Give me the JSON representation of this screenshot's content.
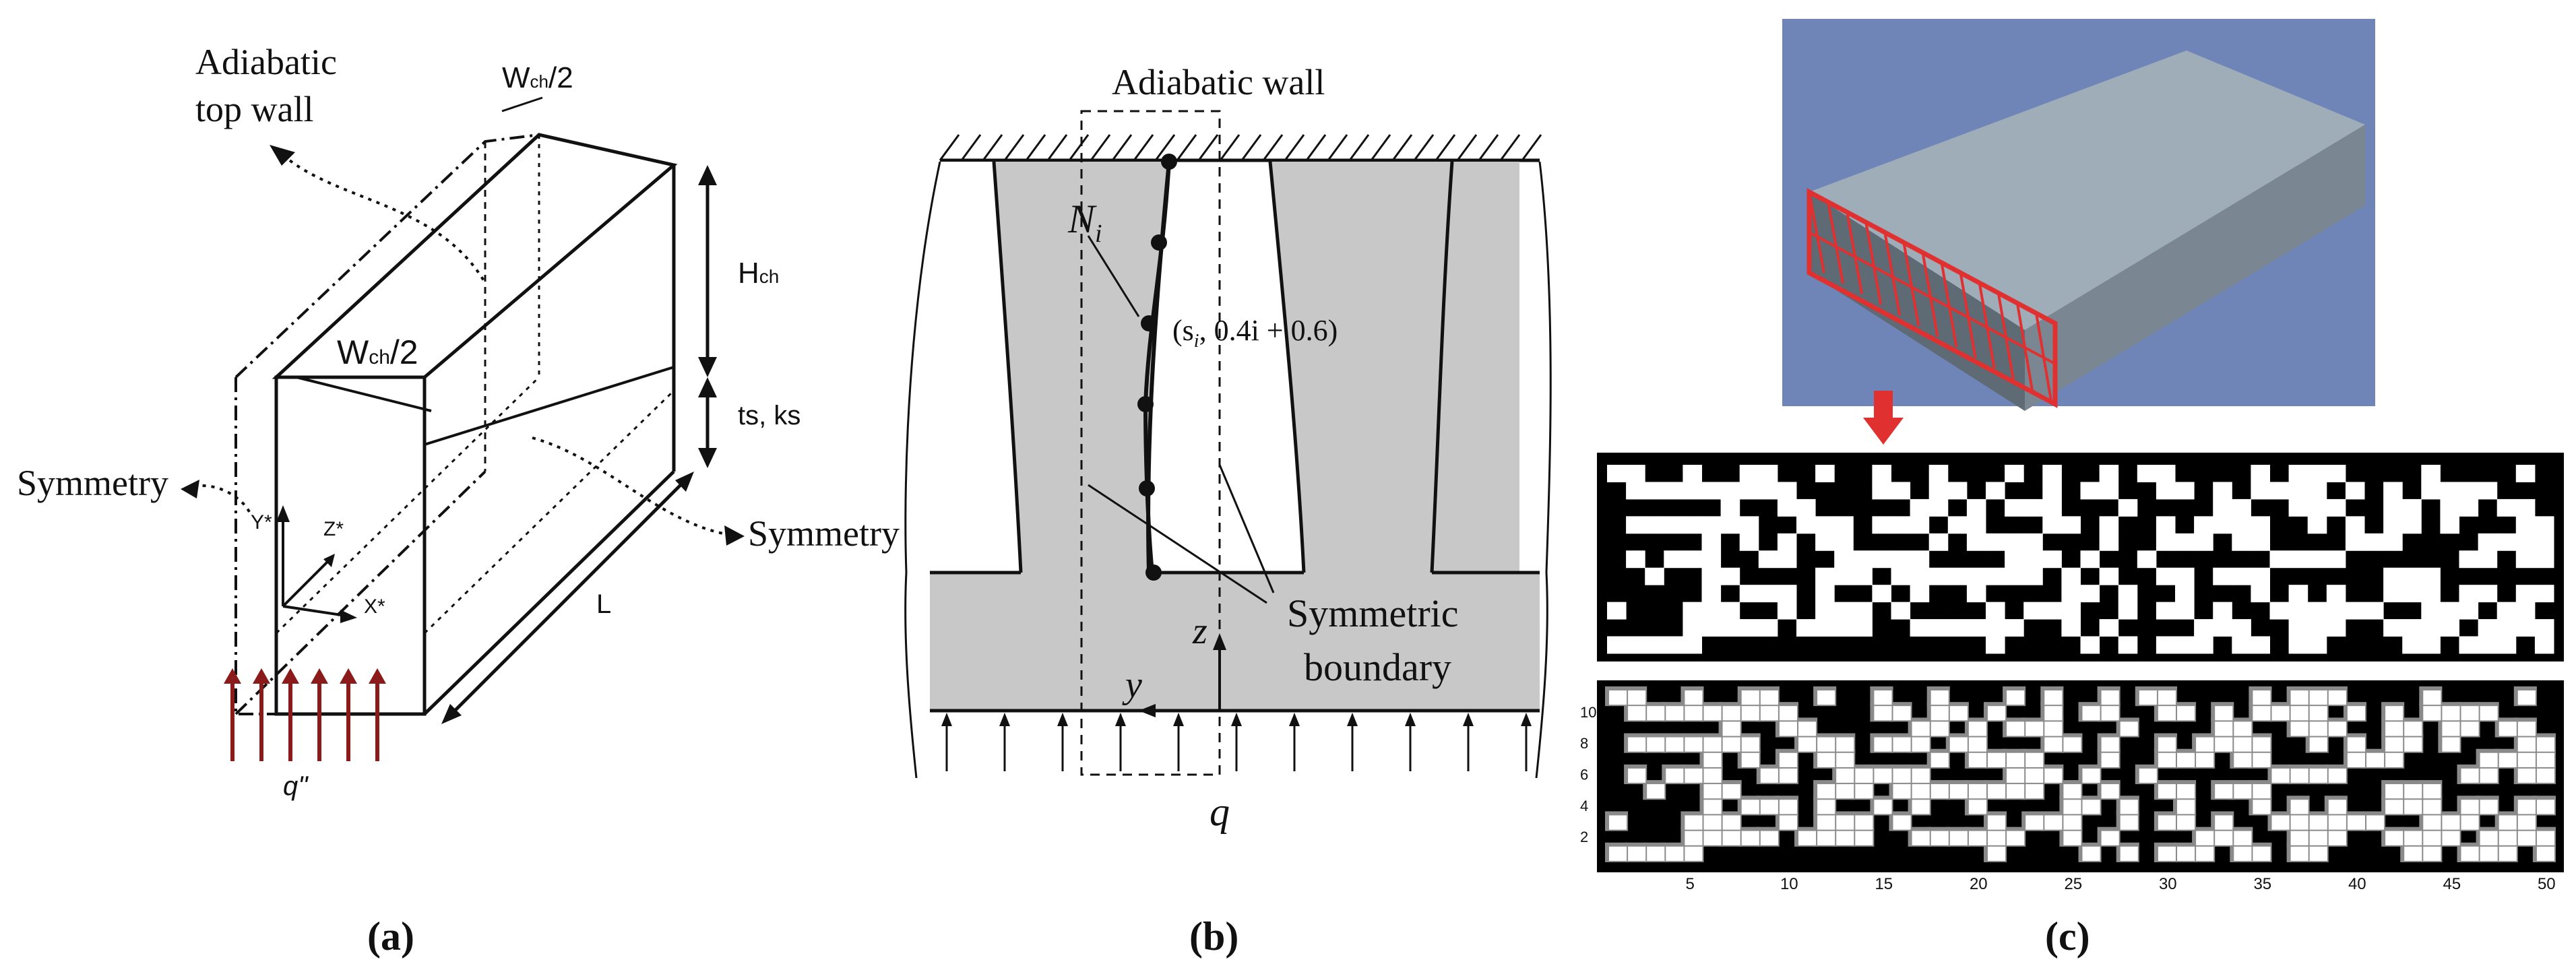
{
  "panel_a": {
    "caption": "(a)",
    "labels": {
      "top_wall": "Adiabatic",
      "top_wall_2": "top wall",
      "w_top": "Wch/2",
      "w_mid": "Wch/2",
      "h_ch": "Hch",
      "ts_ks": "ts, ks",
      "sym_left": "Symmetry",
      "sym_right": "Symmetry",
      "L": "L",
      "y_axis": "Y*",
      "z_axis": "Z*",
      "x_axis": "X*",
      "q": "q\"",
      "w_top_sub": "ch",
      "w_mid_sub": "ch",
      "h_sub": "ch"
    },
    "colors": {
      "arrows": "#8b1a1a"
    }
  },
  "panel_b": {
    "caption": "(b)",
    "labels": {
      "top": "Adiabatic wall",
      "N": "N",
      "N_sub": "i",
      "coord": "(s",
      "coord_sub": "i",
      "coord_rest": ", 0.4i + 0.6)",
      "sym1": "Symmetric",
      "sym2": "boundary",
      "z": "z",
      "y": "y",
      "q": "q"
    },
    "colors": {
      "fill": "#c8c8c8"
    }
  },
  "panel_c": {
    "caption": "(c)",
    "x_ticks": [
      "5",
      "10",
      "15",
      "20",
      "25",
      "30",
      "35",
      "40",
      "45",
      "50"
    ],
    "y_ticks": [
      "2",
      "4",
      "6",
      "8",
      "10"
    ],
    "colors": {
      "box_top": "#9aaab8",
      "box_side": "#7e8c98",
      "bg": "#6f85b8",
      "red": "#e03030"
    }
  }
}
